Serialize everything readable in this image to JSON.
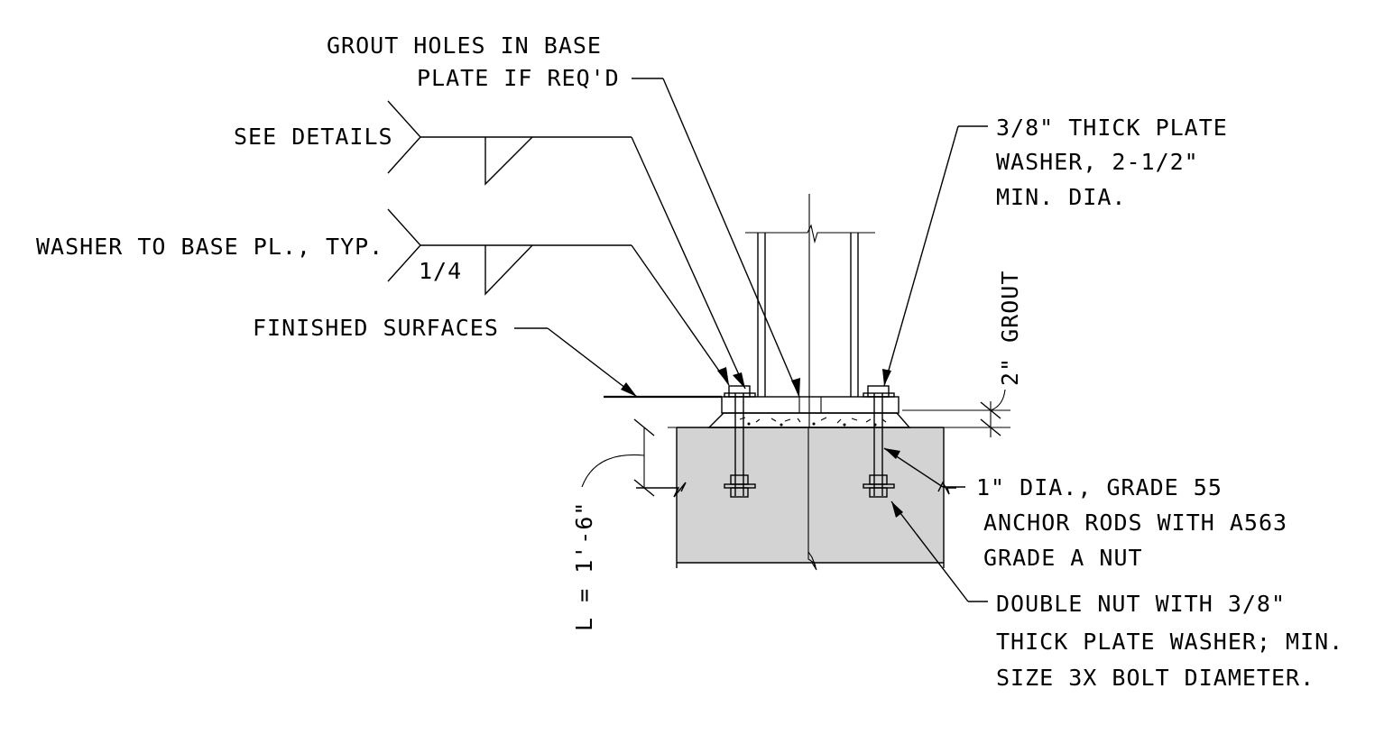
{
  "diagram": {
    "labels": {
      "grout_holes_1": "GROUT HOLES IN BASE",
      "grout_holes_2": "PLATE IF REQ'D",
      "see_details": "SEE DETAILS",
      "washer_to_base": "WASHER TO BASE PL., TYP.",
      "weld_size": "1/4",
      "finished_surfaces": "FINISHED SURFACES",
      "plate_washer_1": "3/8\" THICK PLATE",
      "plate_washer_2": "WASHER, 2-1/2\"",
      "plate_washer_3": "MIN. DIA.",
      "grout": "2\" GROUT",
      "embed_length": "L = 1'-6\"",
      "anchor_rods_1": "1\" DIA., GRADE 55",
      "anchor_rods_2": "ANCHOR RODS WITH A563",
      "anchor_rods_3": "GRADE A NUT",
      "double_nut_1": "DOUBLE NUT WITH 3/8\"",
      "double_nut_2": "THICK PLATE WASHER; MIN.",
      "double_nut_3": "SIZE 3X BOLT DIAMETER."
    },
    "colors": {
      "line": "#000000",
      "concrete": "#d3d3d3",
      "grout_fill": "#ffffff",
      "background": "#ffffff"
    }
  }
}
